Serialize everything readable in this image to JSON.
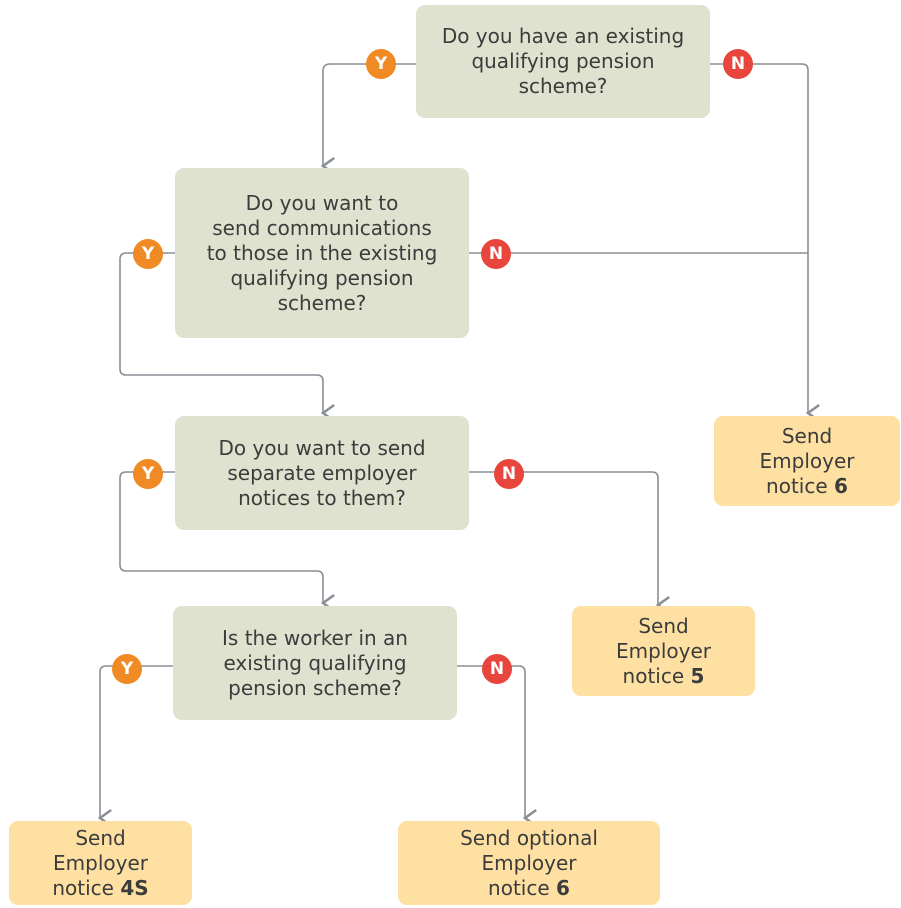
{
  "questions": {
    "q1": {
      "lines": [
        "Do you have an existing",
        "qualifying pension",
        "scheme?"
      ]
    },
    "q2": {
      "lines": [
        "Do you want to",
        "send communications",
        "to those in the existing",
        "qualifying pension",
        "scheme?"
      ]
    },
    "q3": {
      "lines": [
        "Do you want to send",
        "separate employer",
        "notices to them?"
      ]
    },
    "q4": {
      "lines": [
        "Is the worker in an",
        "existing qualifying",
        "pension scheme?"
      ]
    }
  },
  "outcomes": {
    "o1": {
      "line1": "Send Employer",
      "line2_prefix": "notice ",
      "number": "6"
    },
    "o2": {
      "line1": "Send Employer",
      "line2_prefix": "notice ",
      "number": "5"
    },
    "o3": {
      "line1": "Send Employer",
      "line2_prefix": "notice ",
      "number": "4S"
    },
    "o4": {
      "line1": "Send optional Employer",
      "line2_prefix": "notice ",
      "number": "6"
    }
  },
  "badges": {
    "yes": "Y",
    "no": "N"
  },
  "colors": {
    "question_fill": "#dfe2cf",
    "outcome_fill": "#fde0a2",
    "yes_badge": "#f08a24",
    "no_badge": "#e8453c",
    "connector": "#8a8f96"
  }
}
